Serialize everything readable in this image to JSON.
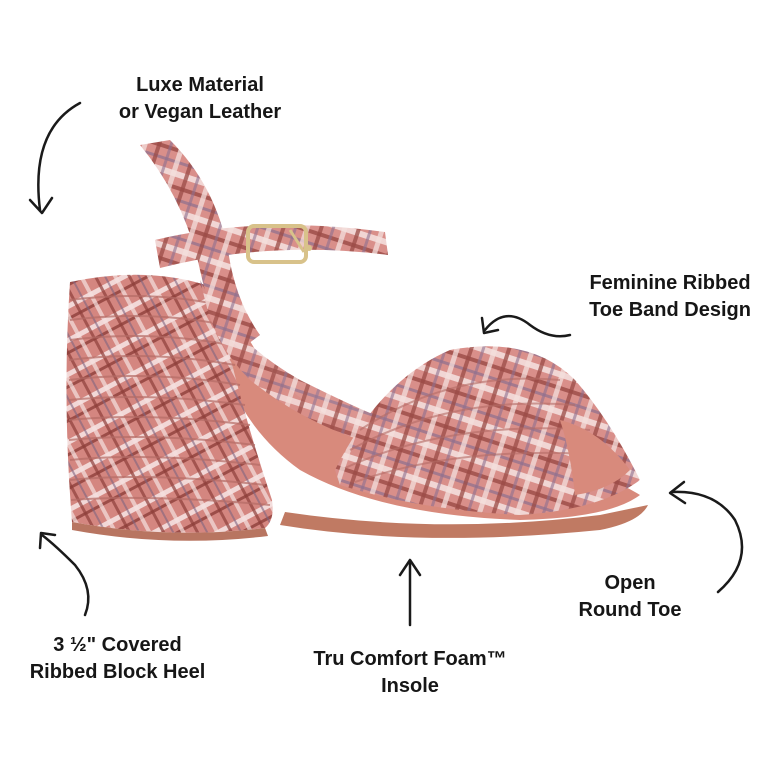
{
  "annotations": {
    "luxe_material": {
      "line1": "Luxe Material",
      "line2": "or Vegan Leather"
    },
    "toe_band": {
      "line1": "Feminine Ribbed",
      "line2": "Toe Band Design"
    },
    "open_toe": {
      "line1": "Open",
      "line2": "Round Toe"
    },
    "block_heel": {
      "line1": "3 ½\" Covered",
      "line2": "Ribbed Block Heel"
    },
    "insole": {
      "line1": "Tru Comfort Foam™",
      "line2": "Insole"
    }
  },
  "colors": {
    "plaid_base": "#d98f8a",
    "plaid_dark": "#9b4a45",
    "plaid_light": "#f4dedc",
    "plaid_purple": "#8e6f8f",
    "insole": "#d88a7c",
    "sole": "#c07a63",
    "buckle": "#d8c28a",
    "arrow": "#1a1a1a"
  }
}
